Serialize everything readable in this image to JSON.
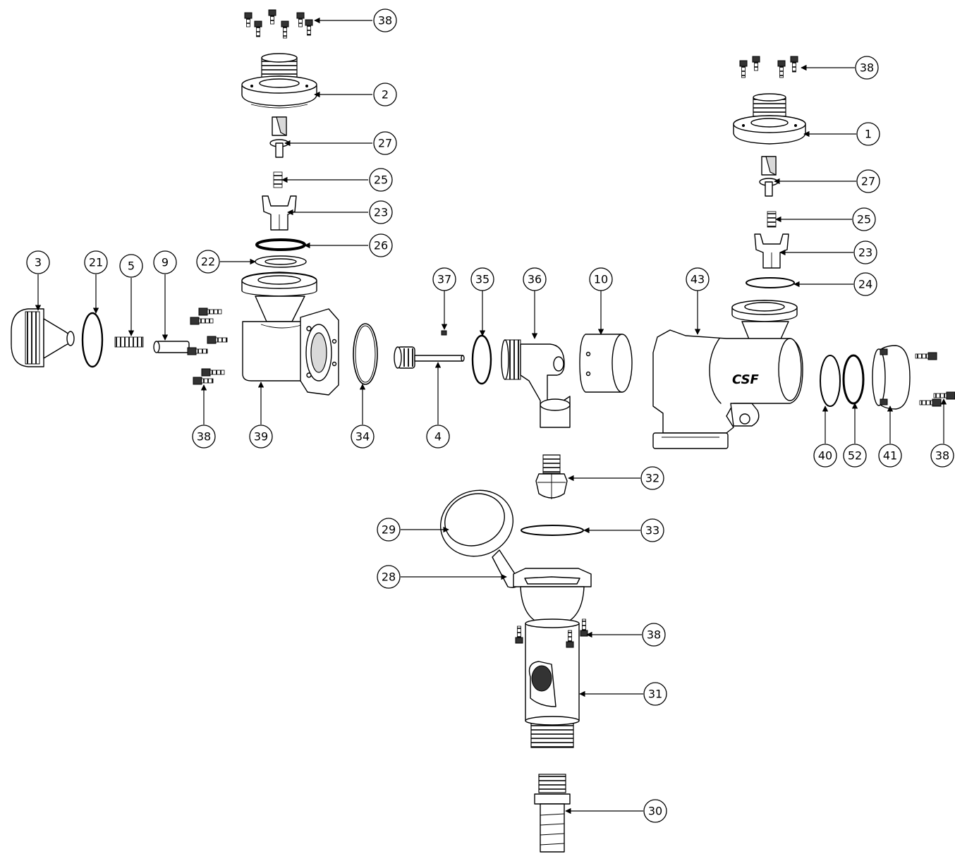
{
  "diagram": {
    "logo_text": "CSF",
    "callouts": [
      "38",
      "2",
      "27",
      "25",
      "23",
      "26",
      "22",
      "3",
      "21",
      "5",
      "9",
      "37",
      "35",
      "36",
      "10",
      "43",
      "38",
      "1",
      "27",
      "25",
      "23",
      "24",
      "38",
      "39",
      "34",
      "4",
      "40",
      "52",
      "41",
      "38",
      "32",
      "29",
      "33",
      "28",
      "38",
      "31",
      "30"
    ]
  }
}
